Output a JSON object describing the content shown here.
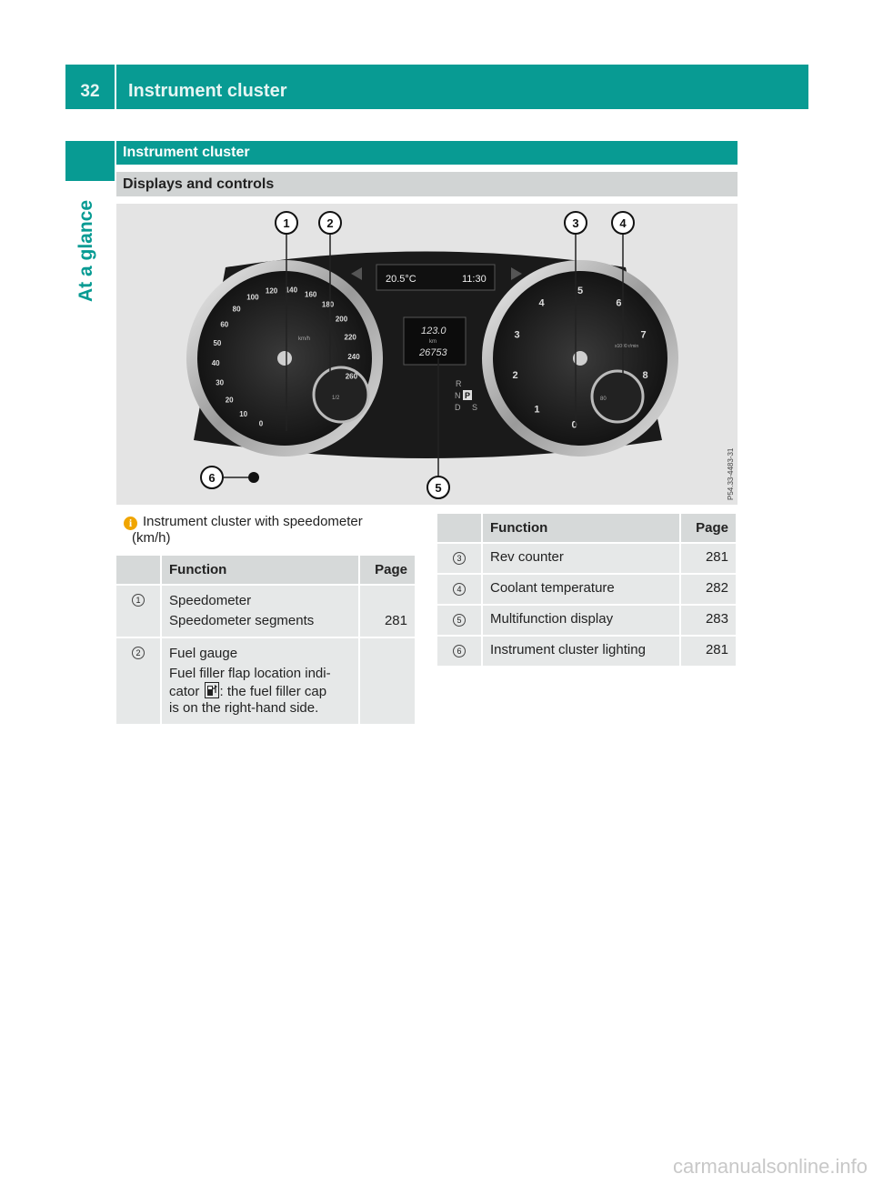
{
  "header": {
    "page_number": "32",
    "title": "Instrument cluster"
  },
  "side_tab": {
    "label": "At a glance"
  },
  "section": {
    "title": "Instrument cluster",
    "subtitle": "Displays and controls"
  },
  "figure": {
    "callouts": [
      "1",
      "2",
      "3",
      "4",
      "5",
      "6"
    ],
    "display": {
      "temp": "20.5°C",
      "time": "11:30",
      "trip": "123.0",
      "trip_unit": "km",
      "odometer": "26753"
    },
    "gear": {
      "r": "R",
      "n": "N",
      "p": "P",
      "d": "D",
      "s": "S"
    },
    "image_code": "P54.33-4483-31",
    "speedo_ticks": [
      "0",
      "10",
      "20",
      "30",
      "40",
      "50",
      "60",
      "80",
      "100",
      "120",
      "140",
      "160",
      "180",
      "200",
      "220",
      "240",
      "260"
    ],
    "speedo_unit": "km/h",
    "tacho_ticks": [
      "0",
      "1",
      "2",
      "3",
      "4",
      "5",
      "6",
      "7",
      "8"
    ],
    "tacho_unit": "x1000 r/min",
    "gauge_small_left": "1/2",
    "gauge_small_right": "80"
  },
  "caption": {
    "line1": "Instrument cluster with speedometer",
    "line2": "(km/h)"
  },
  "table_left": {
    "headers": {
      "num": "",
      "function": "Function",
      "page": "Page"
    },
    "rows": [
      {
        "num": "1",
        "lines": [
          "Speedometer",
          "Speedometer segments"
        ],
        "page": "281"
      },
      {
        "num": "2",
        "lines": [
          "Fuel gauge"
        ],
        "detail_a": "Fuel filler flap location indi-",
        "detail_b": "cator",
        "detail_c": ": the fuel filler cap",
        "detail_d": "is on the right-hand side.",
        "page": ""
      }
    ]
  },
  "table_right": {
    "headers": {
      "num": "",
      "function": "Function",
      "page": "Page"
    },
    "rows": [
      {
        "num": "3",
        "label": "Rev counter",
        "page": "281"
      },
      {
        "num": "4",
        "label": "Coolant temperature",
        "page": "282"
      },
      {
        "num": "5",
        "label": "Multifunction display",
        "page": "283"
      },
      {
        "num": "6",
        "label": "Instrument cluster lighting",
        "page": "281"
      }
    ]
  },
  "footer": {
    "watermark": "carmanualsonline.info"
  },
  "colors": {
    "brand": "#089b93",
    "subbar": "#d1d4d4",
    "row": "#e6e8e8",
    "info": "#f0a500"
  }
}
